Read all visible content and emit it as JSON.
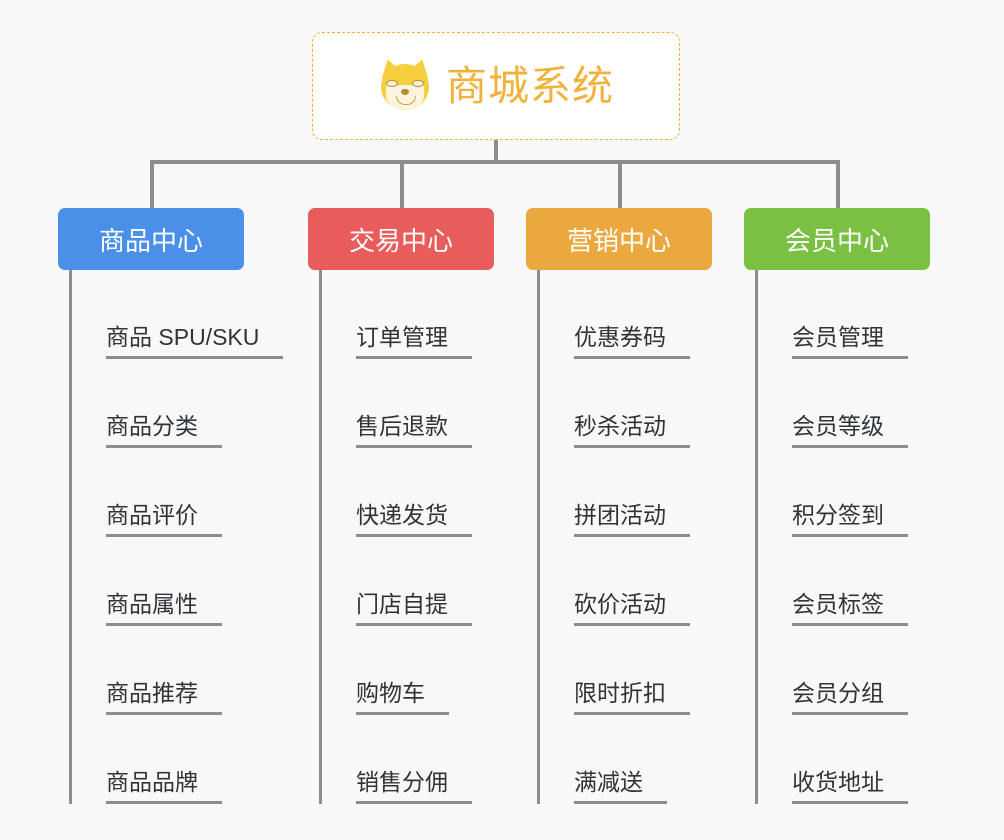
{
  "page": {
    "background_color": "#f8f8f8",
    "line_color": "#8c8c8c"
  },
  "root": {
    "title": "商城系统",
    "icon": "shiba-dog-emoji",
    "text_color": "#f0b23c",
    "border_color": "#f0b23c",
    "background_color": "#ffffff"
  },
  "categories": [
    {
      "label": "商品中心",
      "color": "#4a90e8",
      "items": [
        "商品 SPU/SKU",
        "商品分类",
        "商品评价",
        "商品属性",
        "商品推荐",
        "商品品牌"
      ]
    },
    {
      "label": "交易中心",
      "color": "#e85c5c",
      "items": [
        "订单管理",
        "售后退款",
        "快递发货",
        "门店自提",
        "购物车",
        "销售分佣"
      ]
    },
    {
      "label": "营销中心",
      "color": "#eaa83f",
      "items": [
        "优惠券码",
        "秒杀活动",
        "拼团活动",
        "砍价活动",
        "限时折扣",
        "满减送"
      ]
    },
    {
      "label": "会员中心",
      "color": "#7ac143",
      "items": [
        "会员管理",
        "会员等级",
        "积分签到",
        "会员标签",
        "会员分组",
        "收货地址"
      ]
    }
  ]
}
